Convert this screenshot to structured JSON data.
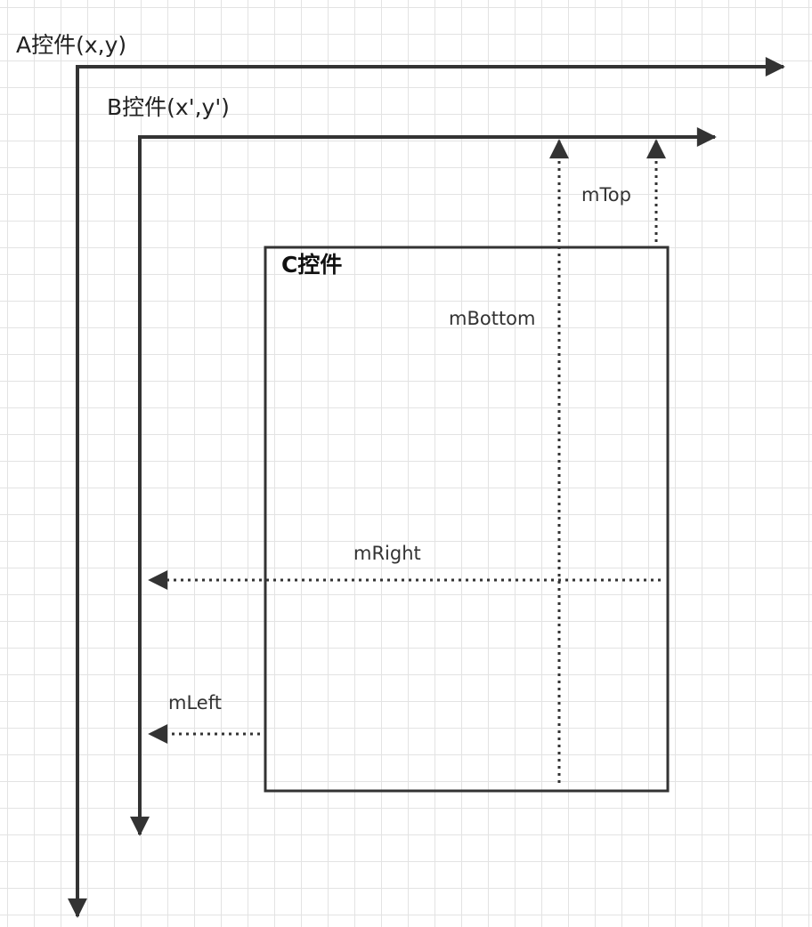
{
  "labels": {
    "a_control": "A控件(x,y)",
    "b_control": "B控件(x',y')",
    "c_control": "C控件",
    "m_top": "mTop",
    "m_bottom": "mBottom",
    "m_right": "mRight",
    "m_left": "mLeft"
  },
  "colors": {
    "line": "#333333",
    "grid": "#e3e3e3",
    "background": "#ffffff"
  }
}
